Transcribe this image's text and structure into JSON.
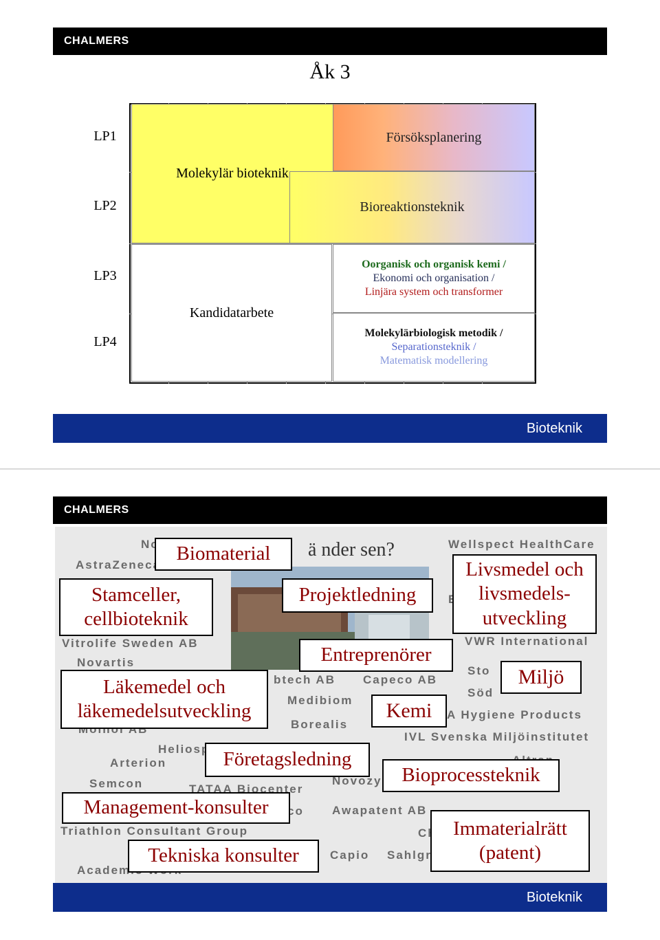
{
  "slide1": {
    "logo": "CHALMERS",
    "title": "Åk 3",
    "periods": [
      "LP1",
      "LP2",
      "LP3",
      "LP4"
    ],
    "blocks": {
      "molekylar": "Molekylär bioteknik",
      "forsok": "Försöksplanering",
      "bioreaktion": "Bioreaktionsteknik",
      "kandidat": "Kandidatarbete",
      "lp3_line1": "Oorganisk och organisk kemi /",
      "lp3_line2": "Ekonomi och organisation /",
      "lp3_line3": "Linjära system och transformer",
      "lp4_line1": "Molekylärbiologisk metodik /",
      "lp4_line2": "Separationsteknik /",
      "lp4_line3": "Matematisk modellering"
    },
    "footer": "Bioteknik"
  },
  "slide2": {
    "logo": "CHALMERS",
    "faint_title": "ä nder sen?",
    "companies": [
      "No",
      "AstraZeneca",
      "Wellspect HealthCare",
      "E",
      "Vitrolife Sweden AB",
      "VWR International",
      "Novartis",
      "Sto",
      "btech AB",
      "Capeco AB",
      "Söd",
      "Medibiom",
      "A Hygiene Products",
      "Borealis",
      "Mölnol AB",
      "IVL Svenska Miljöinstitutet",
      "Heliosp",
      "Arterion",
      "Altran",
      "Semcon",
      "Novozy",
      "TATAA Biocenter",
      "co",
      "Awapatent AB",
      "Triathlon Consultant Group",
      "Ch",
      "Capio",
      "Sahlgr",
      "Academic Work"
    ],
    "boxes": {
      "biomaterial": "Biomaterial",
      "stamceller": "Stamceller, cellbioteknik",
      "projektledning": "Projektledning",
      "livsmedel": "Livsmedel och livsmedels-utveckling",
      "entreprenorer": "Entreprenörer",
      "miljo": "Miljö",
      "lakemedel": "Läkemedel och läkemedelsutveckling",
      "kemi": "Kemi",
      "foretagsledning": "Företagsledning",
      "bioprocessteknik": "Bioprocessteknik",
      "management": "Management-konsulter",
      "immaterialratt": "Immaterialrätt (patent)",
      "tekniska": "Tekniska konsulter"
    },
    "footer": "Bioteknik"
  },
  "colors": {
    "header_bar": "#000000",
    "footer_bar": "#0d2d8c",
    "yellow_block": "#ffff66",
    "box_text": "#8b0000"
  }
}
